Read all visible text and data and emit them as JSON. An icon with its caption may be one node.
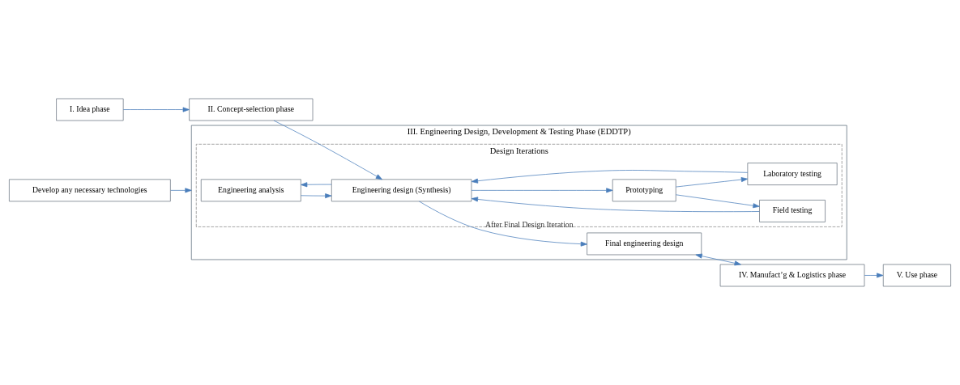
{
  "diagram": {
    "nodes": [
      {
        "text": [
          "III. Engineering Design, Development & Testing Phase (EDDTP)"
        ]
      },
      {
        "text": [
          "Design Iterations"
        ],
        "in": 0
      },
      {
        "text": [
          "Develop any necessary technologies"
        ]
      },
      {
        "text": [
          "I. Idea phase"
        ]
      },
      {
        "text": [
          "II. Concept-selection phase"
        ]
      },
      {
        "text": [
          "Engineering analysis"
        ],
        "in": 1
      },
      {
        "text": [
          "Field testing"
        ],
        "in": 1
      },
      {
        "text": [
          "Engineering design (Synthesis)"
        ],
        "in": 1
      },
      {
        "text": [
          "Prototyping"
        ],
        "in": 1
      },
      {
        "text": [
          "Laboratory testing"
        ],
        "in": 1
      },
      {
        "text": [
          "Final engineering design"
        ],
        "in": 0
      },
      {
        "text": [
          "IV. Manufact’g & Logistics phase"
        ]
      },
      {
        "text": [
          "V. Use phase"
        ]
      }
    ],
    "edges": [
      {
        "from": 2,
        "to": 0,
        "arrow": "to"
      },
      {
        "from": 3,
        "to": 4,
        "arrow": "to"
      },
      {
        "from": 4,
        "to": 7,
        "arrow": "to"
      },
      {
        "from": 7,
        "to": 8,
        "arrow": "to"
      },
      {
        "from": 7,
        "to": 5,
        "arrow": "to"
      },
      {
        "from": 7,
        "to": 10,
        "arrow": "to",
        "label": "After Final Design Iteration"
      },
      {
        "from": 8,
        "to": 9,
        "arrow": "to"
      },
      {
        "from": 8,
        "to": 6,
        "arrow": "to"
      },
      {
        "from": 9,
        "to": 7,
        "arrow": "to"
      },
      {
        "from": 6,
        "to": 7,
        "arrow": "to"
      },
      {
        "from": 5,
        "to": 7,
        "arrow": "to"
      },
      {
        "from": 10,
        "to": 11,
        "arrow": "both"
      },
      {
        "from": 11,
        "to": 12,
        "arrow": "to"
      }
    ]
  }
}
